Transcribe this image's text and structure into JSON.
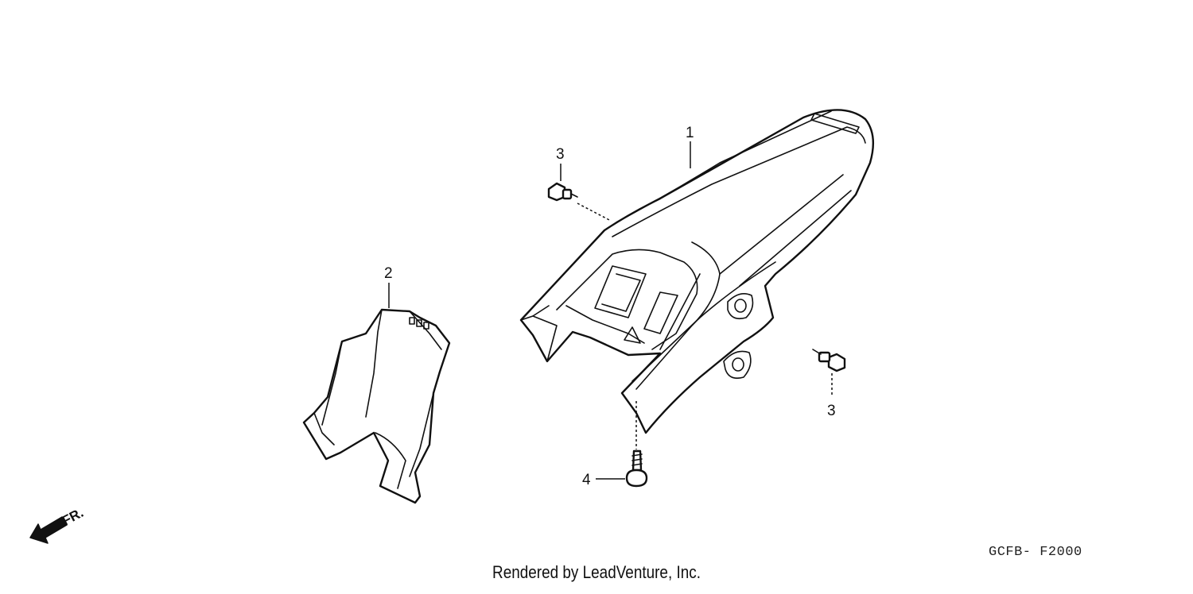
{
  "callouts": [
    {
      "id": "part-1",
      "label": "1"
    },
    {
      "id": "part-2",
      "label": "2"
    },
    {
      "id": "part-3-top",
      "label": "3"
    },
    {
      "id": "part-3-right",
      "label": "3"
    },
    {
      "id": "part-4",
      "label": "4"
    }
  ],
  "direction_label": "FR.",
  "reference_code": "GCFB- F2000",
  "credit": "Rendered by LeadVenture, Inc."
}
